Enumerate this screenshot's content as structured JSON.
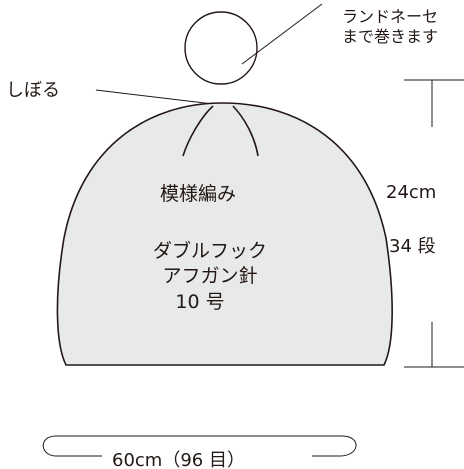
{
  "pompom_note": {
    "line1": "ランドネーセ",
    "line2": "まで巻きます"
  },
  "gather_label": "しぼる",
  "body_text": {
    "pattern": "模様編み",
    "hook_line1": "ダブルフック",
    "hook_line2": "アフガン針",
    "hook_size": "10 号"
  },
  "height_dimension": {
    "length": "24cm",
    "rows": "34 段"
  },
  "width_dimension": {
    "label": "60cm（96 目）"
  },
  "colors": {
    "line": "#231815",
    "body_fill": "#e8eae9",
    "background": "#ffffff"
  }
}
